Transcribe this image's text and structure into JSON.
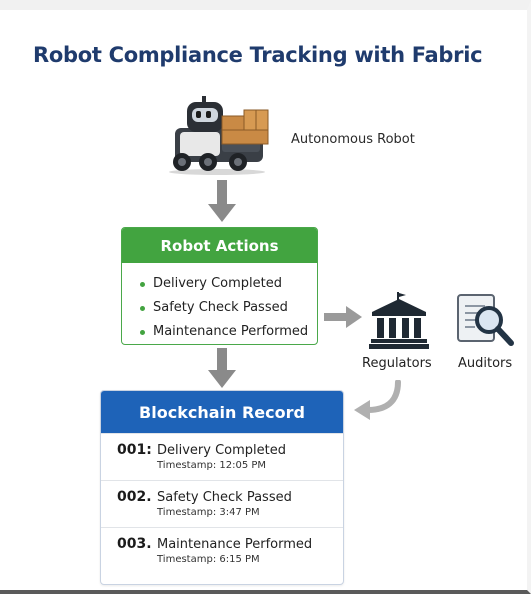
{
  "title": "Robot Compliance Tracking with Fabric",
  "robot": {
    "label": "Autonomous Robot"
  },
  "robot_actions": {
    "header": "Robot Actions",
    "items": [
      "Delivery Completed",
      "Safety Check Passed",
      "Maintenance Performed"
    ]
  },
  "observers": {
    "regulators": "Regulators",
    "auditors": "Auditors"
  },
  "blockchain": {
    "header": "Blockchain Record",
    "records": [
      {
        "id": "001:",
        "event": "Delivery Completed",
        "timestamp": "Timestamp: 12:05 PM"
      },
      {
        "id": "002.",
        "event": "Safety Check Passed",
        "timestamp": "Timestamp: 3:47 PM"
      },
      {
        "id": "003.",
        "event": "Maintenance Performed",
        "timestamp": "Timestamp: 6:15 PM"
      }
    ]
  },
  "colors": {
    "title": "#1f3b6d",
    "actions_green": "#42a440",
    "chain_blue": "#1e63b8",
    "arrow_gray": "#8a8a8a"
  }
}
